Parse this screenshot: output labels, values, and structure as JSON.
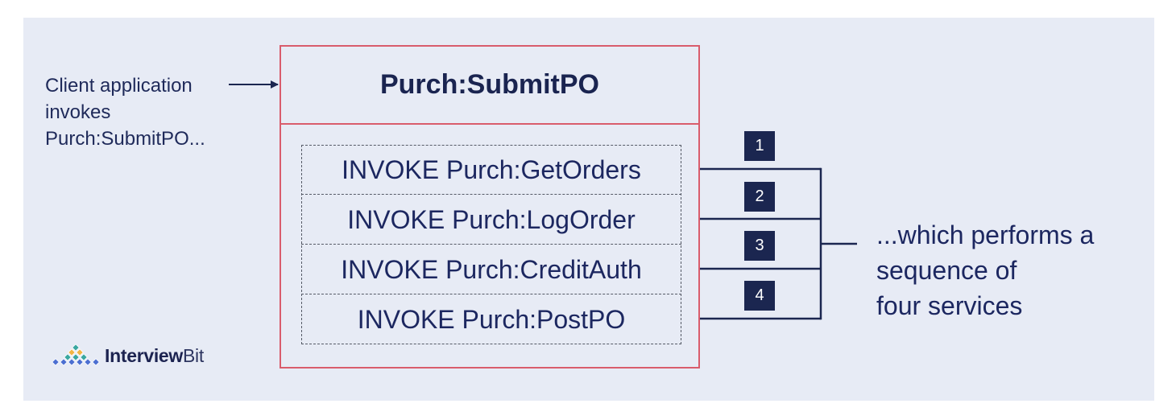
{
  "client": {
    "lines": [
      "Client application",
      "invokes",
      "Purch:SubmitPO..."
    ]
  },
  "service": {
    "title": "Purch:SubmitPO",
    "steps": [
      "INVOKE Purch:GetOrders",
      "INVOKE Purch:LogOrder",
      "INVOKE Purch:CreditAuth",
      "INVOKE Purch:PostPO"
    ]
  },
  "badges": [
    "1",
    "2",
    "3",
    "4"
  ],
  "result": {
    "lines": [
      "...which performs a",
      "sequence of",
      "four services"
    ]
  },
  "logo": {
    "strong": "Interview",
    "light": "Bit"
  },
  "colors": {
    "background": "#e7ebf5",
    "box_border": "#d95c6c",
    "navy": "#1b2650",
    "text": "#1c2760"
  }
}
